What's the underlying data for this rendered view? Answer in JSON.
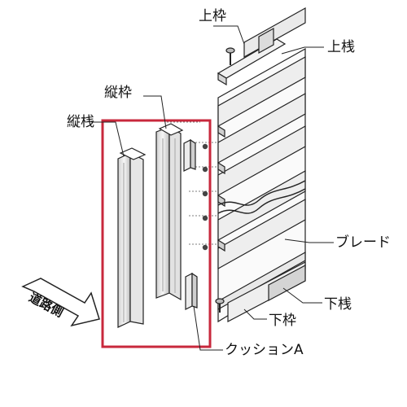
{
  "labels": {
    "top_frame": "上枠",
    "top_rail": "上桟",
    "vertical_frame": "縦枠",
    "vertical_rail": "縦桟",
    "blade": "ブレード",
    "bottom_rail": "下桟",
    "bottom_frame": "下枠",
    "cushion": "クッションA",
    "road_side": "道路側"
  },
  "colors": {
    "highlight_box": "#c8283c",
    "line": "#222222",
    "panel_fill": "#f4f4f4",
    "shade": "#d9d9d9"
  }
}
